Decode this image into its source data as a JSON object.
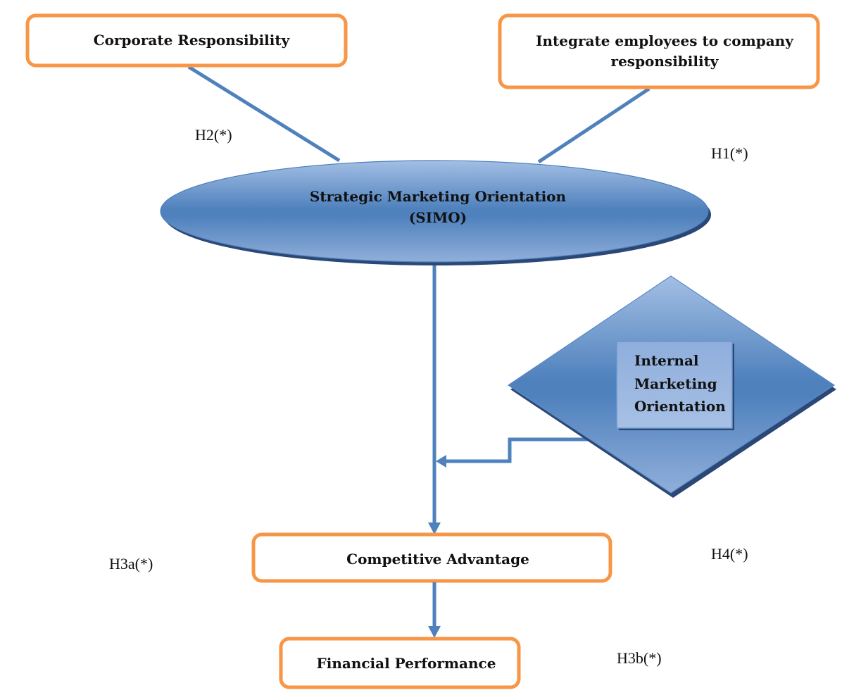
{
  "diagram": {
    "nodes": {
      "corporate_responsibility": {
        "label": "Corporate Responsibility"
      },
      "integrate_employees": {
        "lines": [
          "Integrate employees to company",
          "responsibility"
        ]
      },
      "strategic_marketing_orientation": {
        "lines": [
          "Strategic Marketing Orientation",
          "(SIMO)"
        ]
      },
      "internal_marketing_orientation": {
        "lines": [
          "Internal",
          "Marketing",
          "Orientation"
        ]
      },
      "competitive_advantage": {
        "label": "Competitive Advantage"
      },
      "financial_performance": {
        "label": "Financial Performance"
      }
    },
    "hypotheses": {
      "h1": "H1(*)",
      "h2": "H2(*)",
      "h3a": "H3a(*)",
      "h3b": "H3b(*)",
      "h4": "H4(*)"
    },
    "colors": {
      "box_border": "#F79646",
      "connector": "#4F81BD",
      "shape_fill": "#4F81BD"
    }
  }
}
